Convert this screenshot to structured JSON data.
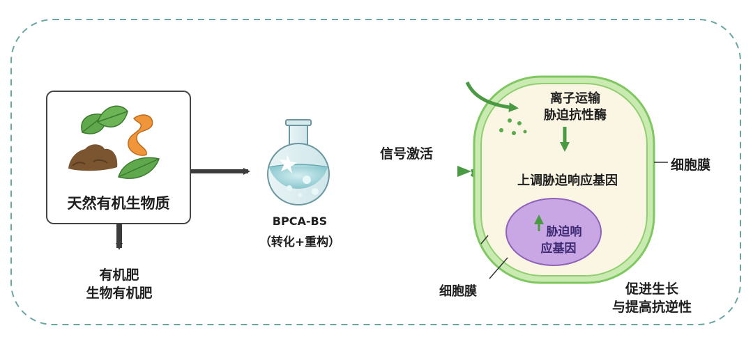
{
  "source_box": {
    "label": "天然有机生物质"
  },
  "organic_output": {
    "line1": "有机肥",
    "line2": "生物有机肥"
  },
  "flask": {
    "name": "BPCA-BS",
    "process": "（转化+重构）"
  },
  "signal": {
    "label": "信号激活"
  },
  "cell": {
    "top_line1": "离子运输",
    "top_line2": "胁迫抗性酶",
    "upregulate": "上调胁迫响应基因",
    "nucleus_line1": "胁迫响",
    "nucleus_line2": "应基因",
    "membrane_right": "细胞膜",
    "membrane_bottom": "细胞膜"
  },
  "outcome": {
    "line1": "促进生长",
    "line2": "与提高抗逆性"
  },
  "colors": {
    "frame": "#6aa6a0",
    "arrow_gray": "#3c3c3c",
    "green": "#4a9a44",
    "cell_fill": "#fbf6e4",
    "cell_wall": "#8fcf6f",
    "nucleus": "#c9a6e4"
  }
}
